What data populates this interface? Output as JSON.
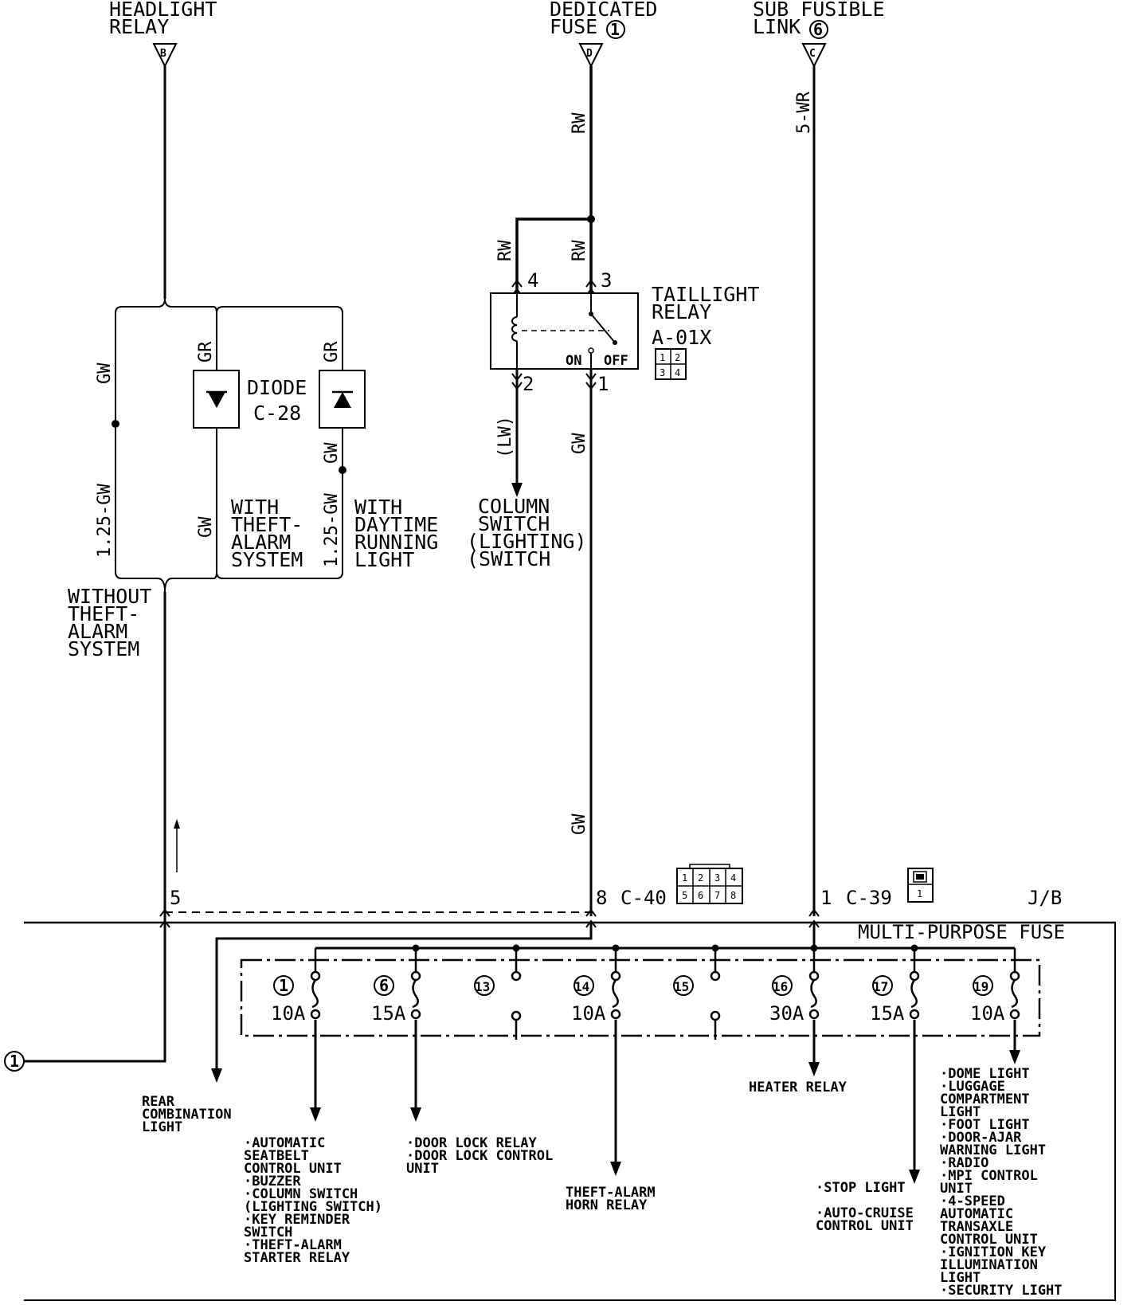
{
  "sources": {
    "headlight_relay": {
      "lines": [
        "HEADLIGHT",
        "RELAY"
      ],
      "terminal": "B"
    },
    "dedicated_fuse": {
      "lines": [
        "DEDICATED",
        "FUSE"
      ],
      "num": "1",
      "terminal": "D"
    },
    "sub_fusible_link": {
      "lines": [
        "SUB FUSIBLE",
        "LINK"
      ],
      "num": "6",
      "terminal": "C"
    }
  },
  "wires": {
    "rw_top": "RW",
    "rw_left": "RW",
    "rw_right": "RW",
    "wr5": "5-WR",
    "gw_left": "GW",
    "gw125_left": "1.25-GW",
    "gr_mid": "GR",
    "gw_mid": "GW",
    "gr_right": "GR",
    "gw_right": "GW",
    "gw125_right": "1.25-GW",
    "lw": "(LW)",
    "gw_relay": "GW",
    "gw_lower": "GW"
  },
  "taillight_relay": {
    "lines": [
      "TAILLIGHT",
      "RELAY"
    ],
    "code": "A-01X",
    "pins": [
      "4",
      "3",
      "2",
      "1"
    ],
    "on": "ON",
    "off": "OFF",
    "connector": [
      "1",
      "2",
      "3",
      "4"
    ]
  },
  "diode": {
    "name": "DIODE",
    "code": "C-28"
  },
  "options": {
    "theft": [
      "WITH",
      "THEFT-",
      "ALARM",
      "SYSTEM"
    ],
    "drl": [
      "WITH",
      "DAYTIME",
      "RUNNING",
      "LIGHT"
    ],
    "without": [
      "WITHOUT",
      "THEFT-",
      "ALARM",
      "SYSTEM"
    ]
  },
  "column_switch": [
    "COLUMN",
    "SWITCH",
    "(LIGHTING)",
    "(SWITCH"
  ],
  "connectors": {
    "c40": {
      "label": "C-40",
      "pin_left": "5",
      "pin_right": "8",
      "cells": [
        "1",
        "2",
        "3",
        "4",
        "5",
        "6",
        "7",
        "8"
      ]
    },
    "c39": {
      "label": "C-39",
      "pin": "1",
      "cells": [
        "1"
      ]
    },
    "jb": "J/B",
    "mpf": "MULTI-PURPOSE FUSE"
  },
  "fuses": [
    {
      "num": "1",
      "amp": "10A"
    },
    {
      "num": "6",
      "amp": "15A"
    },
    {
      "num": "13",
      "amp": ""
    },
    {
      "num": "14",
      "amp": "10A"
    },
    {
      "num": "15",
      "amp": ""
    },
    {
      "num": "16",
      "amp": "30A"
    },
    {
      "num": "17",
      "amp": "15A"
    },
    {
      "num": "19",
      "amp": "10A"
    }
  ],
  "ground_ref": "1",
  "outputs": {
    "rear": [
      "REAR",
      "COMBINATION",
      "LIGHT"
    ],
    "f1": [
      "·AUTOMATIC",
      " SEATBELT",
      " CONTROL UNIT",
      "·BUZZER",
      "·COLUMN SWITCH",
      " (LIGHTING SWITCH)",
      "·KEY REMINDER",
      " SWITCH",
      "·THEFT-ALARM",
      " STARTER RELAY"
    ],
    "f6": [
      "·DOOR LOCK RELAY",
      "·DOOR LOCK CONTROL",
      " UNIT"
    ],
    "f14": [
      "THEFT-ALARM",
      "HORN RELAY"
    ],
    "f16": [
      "HEATER RELAY"
    ],
    "f17": [
      "·STOP LIGHT",
      "",
      "·AUTO-CRUISE",
      " CONTROL UNIT"
    ],
    "f19": [
      "·DOME LIGHT",
      "·LUGGAGE",
      " COMPARTMENT",
      " LIGHT",
      "·FOOT LIGHT",
      "·DOOR-AJAR",
      " WARNING LIGHT",
      "·RADIO",
      "·MPI CONTROL",
      " UNIT",
      "·4-SPEED",
      " AUTOMATIC",
      " TRANSAXLE",
      " CONTROL UNIT",
      "·IGNITION KEY",
      " ILLUMINATION",
      " LIGHT",
      "·SECURITY LIGHT"
    ]
  }
}
